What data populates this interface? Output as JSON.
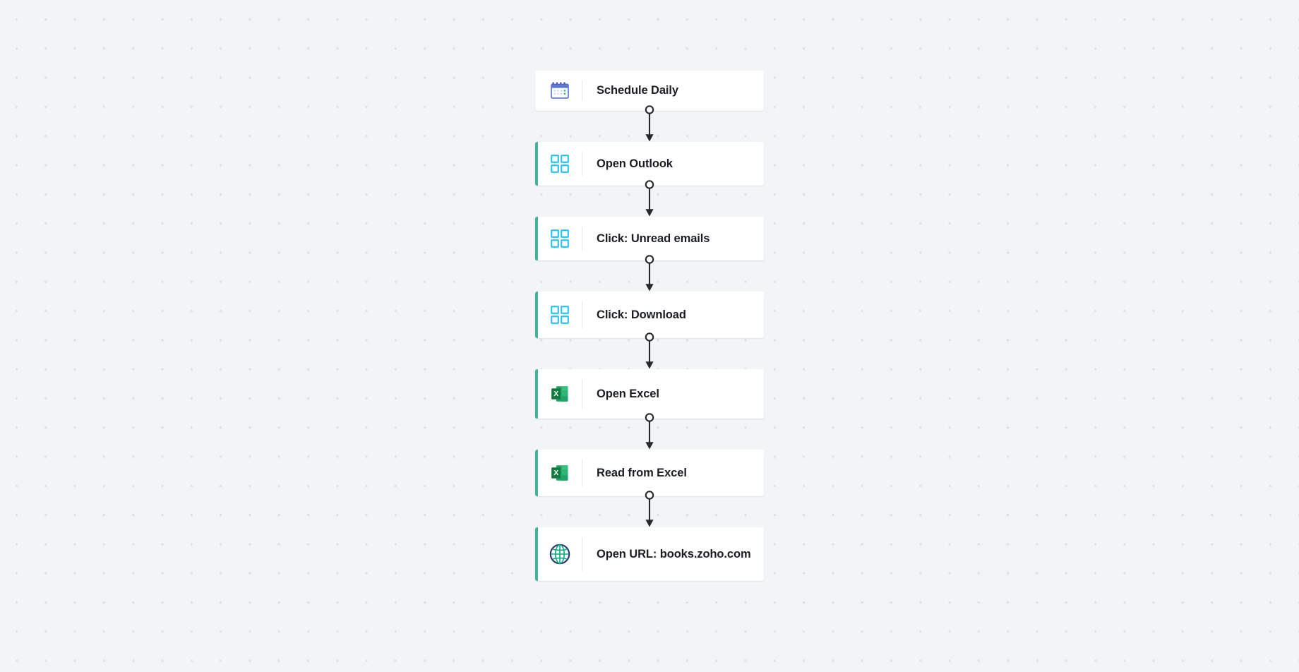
{
  "canvas": {
    "background_color": "#f2f4f6",
    "dot_color": "#dcdfe3",
    "accent_color": "#3bb598",
    "card_color": "#ffffff",
    "text_color": "#1a1d21",
    "connector_color": "#26282b"
  },
  "flow": {
    "nodes": [
      {
        "label": "Schedule Daily",
        "icon": "calendar-icon",
        "accent": false,
        "height_class": "h-56"
      },
      {
        "label": "Open Outlook",
        "icon": "four-squares-icon",
        "accent": true,
        "height_class": "h-60"
      },
      {
        "label": "Click: Unread emails",
        "icon": "four-squares-icon",
        "accent": true,
        "height_class": "h-60"
      },
      {
        "label": "Click: Download",
        "icon": "four-squares-icon",
        "accent": true,
        "height_class": "h-66"
      },
      {
        "label": "Open Excel",
        "icon": "excel-icon",
        "accent": true,
        "height_class": "h-70"
      },
      {
        "label": "Read from Excel",
        "icon": "excel-icon",
        "accent": true,
        "height_class": "h-66"
      },
      {
        "label": "Open URL: books.zoho.com",
        "icon": "globe-icon",
        "accent": true,
        "height_class": "h-76"
      }
    ],
    "connector": {
      "start_marker": "hollow-circle",
      "end_marker": "solid-arrowhead"
    }
  }
}
